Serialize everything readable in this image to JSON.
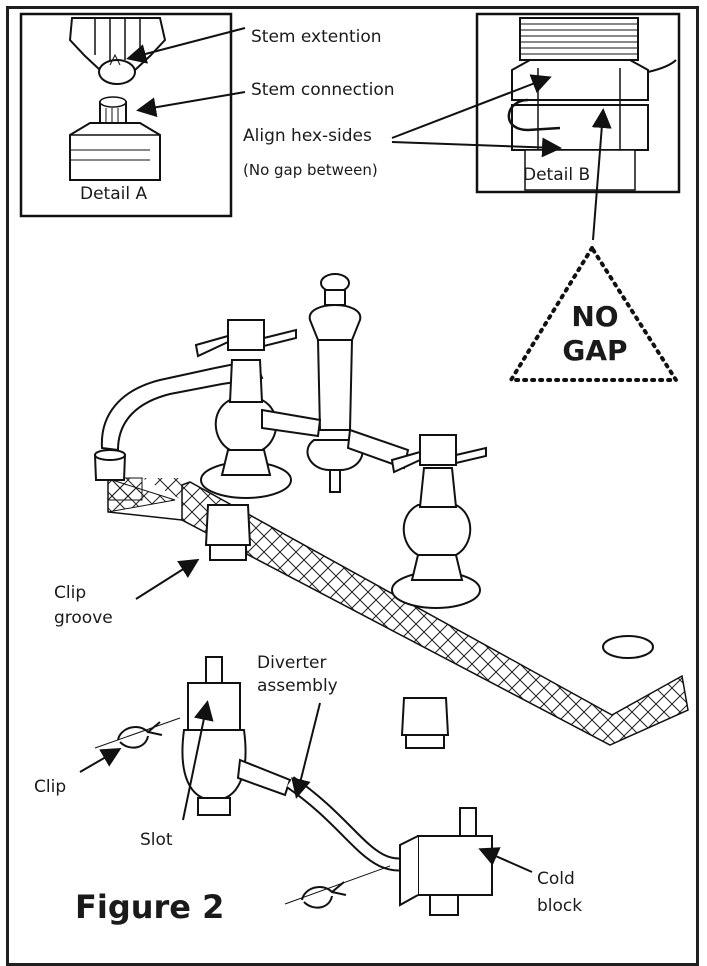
{
  "detail_a": {
    "label": "Detail A",
    "stem_extension": "Stem extention",
    "stem_connection": "Stem connection"
  },
  "detail_b": {
    "label": "Detail B",
    "align_hex": "Align hex-sides",
    "no_gap_between": "(No gap between)"
  },
  "warning": {
    "line1": "NO",
    "line2": "GAP"
  },
  "parts": {
    "clip_groove_1": "Clip",
    "clip_groove_2": "groove",
    "diverter_1": "Diverter",
    "diverter_2": "assembly",
    "clip": "Clip",
    "slot": "Slot",
    "cold_block_1": "Cold",
    "cold_block_2": "block"
  },
  "figure_title": "Figure 2"
}
